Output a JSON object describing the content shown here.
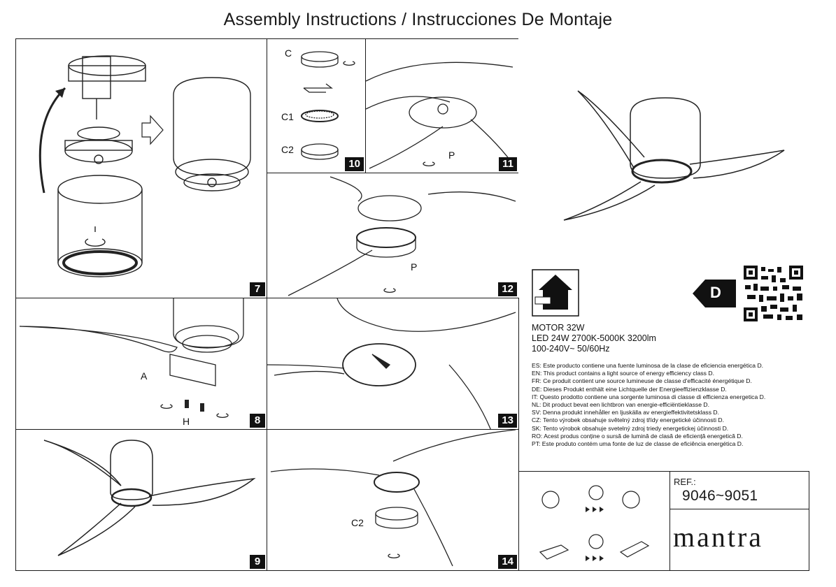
{
  "title": "Assembly Instructions / Instrucciones De Montaje",
  "panels": {
    "p7": {
      "step": "7"
    },
    "p8": {
      "step": "8",
      "label_a": "A",
      "label_h": "H"
    },
    "p9": {
      "step": "9"
    },
    "p10": {
      "step": "10",
      "label_c": "C",
      "label_c1": "C1",
      "label_c2": "C2"
    },
    "p11": {
      "step": "11",
      "label_p": "P"
    },
    "p12": {
      "step": "12",
      "label_p": "P"
    },
    "p13": {
      "step": "13"
    },
    "p14": {
      "step": "14",
      "label_c2": "C2"
    }
  },
  "energy": {
    "class": "D",
    "accent": "#111111"
  },
  "specs": {
    "motor": "MOTOR 32W",
    "led": "LED 24W 2700K-5000K 3200lm",
    "voltage": "100-240V~ 50/60Hz"
  },
  "legal": [
    "ES: Este producto contiene una fuente luminosa de la clase de eficiencia energética D.",
    "EN: This product contains a light source of energy efficiency class D.",
    "FR: Ce produit contient une source lumineuse de classe d'efficacité énergétique D.",
    "DE: Dieses Produkt enthält eine Lichtquelle der Energieeffizienzklasse D.",
    "IT: Questo prodotto contiene una sorgente luminosa di classe di efficienza energetica D.",
    "NL: Dit product bevat een lichtbron van energie-efficiëntieklasse D.",
    "SV: Denna produkt innehåller en ljuskälla av energieffektivitetsklass D.",
    "CZ: Tento výrobek obsahuje světelný zdroj třídy energetické účinnosti D.",
    "SK: Tento výrobok obsahuje svetelný zdroj triedy energetickej účinnosti D.",
    "RO: Acest produs conține o sursă de lumină de clasă de eficiență energetică D.",
    "PT: Este produto contém uma fonte de luz de classe de eficiência energética D."
  ],
  "ref": {
    "label": "REF.:",
    "value": "9046~9051"
  },
  "brand": {
    "logo_text": "mantra",
    "accent_color": "#c8d400"
  },
  "icons": [
    "indoor-use-icon",
    "qr-code-icon",
    "led-bulb-icon",
    "technician-icon",
    "led-driver-icon"
  ]
}
